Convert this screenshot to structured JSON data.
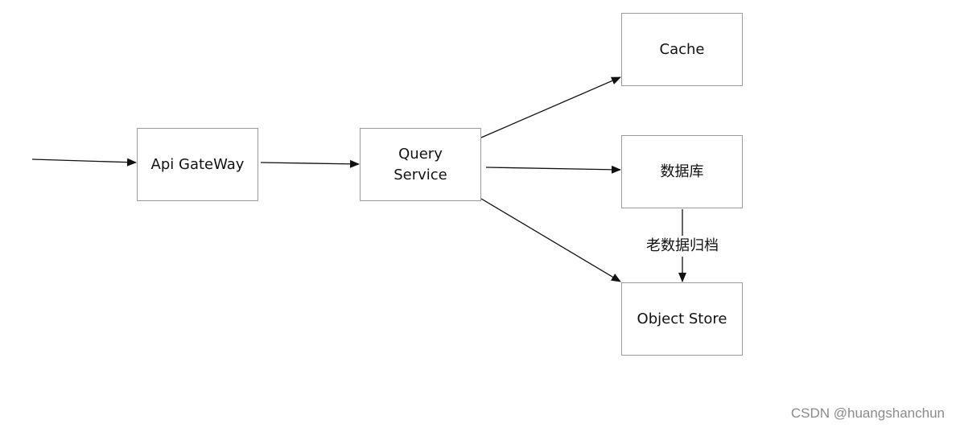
{
  "diagram": {
    "nodes": {
      "gateway": "Api GateWay",
      "query": "Query\nService",
      "cache": "Cache",
      "database": "数据库",
      "object_store": "Object Store"
    },
    "edges": [
      {
        "from": "entry",
        "to": "gateway",
        "label": ""
      },
      {
        "from": "gateway",
        "to": "query",
        "label": ""
      },
      {
        "from": "query",
        "to": "cache",
        "label": ""
      },
      {
        "from": "query",
        "to": "database",
        "label": ""
      },
      {
        "from": "query",
        "to": "object_store",
        "label": ""
      },
      {
        "from": "database",
        "to": "object_store",
        "label": "老数据归档"
      }
    ],
    "archive_label": "老数据归档"
  },
  "watermark": "CSDN @huangshanchun",
  "colors": {
    "box_border": "#9a9a9a",
    "line": "#111111",
    "watermark": "#8a8a8a"
  }
}
